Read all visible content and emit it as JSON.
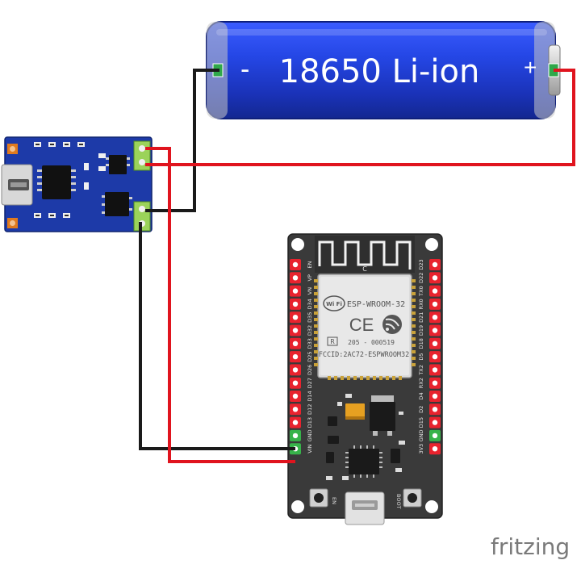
{
  "battery": {
    "label": "18650 Li-ion",
    "neg_symbol": "-",
    "pos_symbol": "+"
  },
  "esp32": {
    "module_name": "ESP-WROOM-32",
    "fcc_id": "FCCID:2AC72-ESPWROOM32",
    "cert_id": "205 - 000519",
    "ce_mark": "CE",
    "r_mark": "R",
    "wifi_text": "Wi Fi",
    "antenna_c": "C",
    "button_en_label": "EN",
    "button_boot_label": "BOOT",
    "left_pins": [
      "EN",
      "VP",
      "VN",
      "D34",
      "D35",
      "D32",
      "D33",
      "D25",
      "D26",
      "D27",
      "D14",
      "D12",
      "D13",
      "GND",
      "VIN"
    ],
    "right_pins": [
      "D23",
      "D22",
      "TX0",
      "RX0",
      "D21",
      "D19",
      "D18",
      "D5",
      "TX2",
      "RX2",
      "D4",
      "D2",
      "D15",
      "GND",
      "3V3"
    ]
  },
  "colors": {
    "wire_red": "#e0141e",
    "wire_black": "#1a1a1a",
    "battery_blue": "#1f3fd6",
    "tp4056_blue": "#1d3aa8",
    "esp_board": "#3a3a3a",
    "pin_red": "#e8232e",
    "pin_green": "#37b34a"
  },
  "watermark": "fritzing"
}
